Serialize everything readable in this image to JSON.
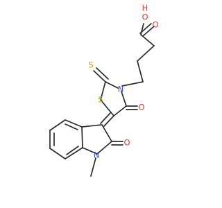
{
  "molecule": {
    "atoms": {
      "o_carbonyl_acid": "O",
      "o_hydroxyl_acid": "O",
      "h_hydroxyl_acid": "H",
      "s_thione": "S",
      "s_ring": "S",
      "n_ring": "N",
      "o_ring_carbonyl": "O",
      "o_indolinone": "O",
      "n_indolinone": "N"
    },
    "colors": {
      "bond": "#2b2b2b",
      "oxygen": "#e53935",
      "sulfur": "#c9a400",
      "nitrogen": "#2f4fcf"
    }
  }
}
